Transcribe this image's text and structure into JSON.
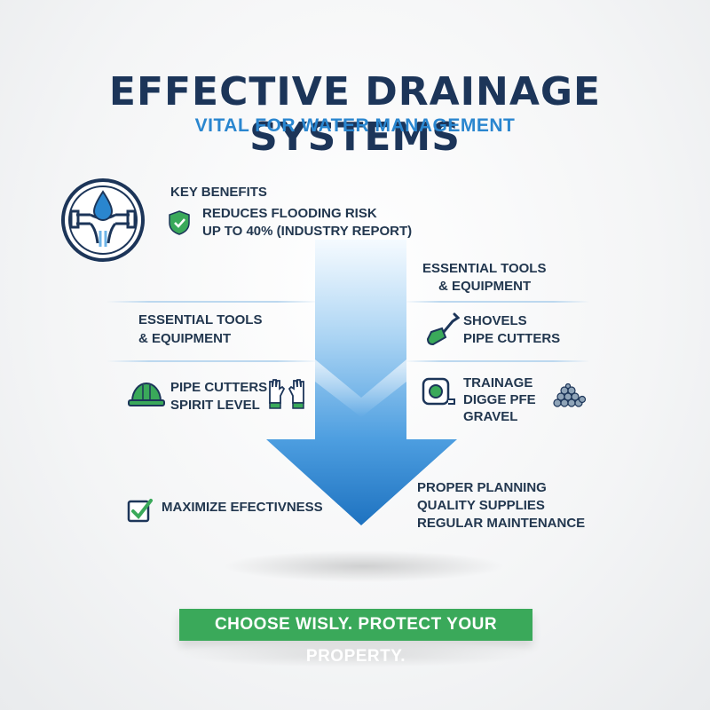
{
  "header": {
    "title": "EFFECTIVE DRAINAGE SYSTEMS",
    "subtitle": "VITAL FOR WATER MANAGEMENT"
  },
  "benefits": {
    "heading": "KEY BENEFITS",
    "line1": "REDUCES FLOODING RISK",
    "line2": "UP TO 40% (INDUSTRY REPORT)"
  },
  "left": {
    "tools_heading_line1": "ESSENTIAL TOOLS",
    "tools_heading_line2": "& EQUIPMENT",
    "tools_line1": "PIPE CUTTERS",
    "tools_line2": "SPIRIT LEVEL",
    "maximize": "MAXIMIZE EFECTIVNESS"
  },
  "right": {
    "tools_heading_line1": "ESSENTIAL TOOLS",
    "tools_heading_line2": "& EQUIPMENT",
    "shovel_line1": "SHOVELS",
    "shovel_line2": "PIPE CUTTERS",
    "trainage_line1": "TRAINAGE",
    "trainage_line2": "DIGGE PFE",
    "trainage_line3": "GRAVEL",
    "planning_line1": "PROPER PLANNING",
    "planning_line2": "QUALITY SUPPLIES",
    "planning_line3": "REGULAR MAINTENANCE"
  },
  "footer": {
    "banner": "CHOOSE WISLY. PROTECT YOUR PROPERTY."
  },
  "colors": {
    "navy": "#1c3559",
    "blue": "#2a86cf",
    "green": "#3aa95a",
    "arrow_light": "#d6ecfb",
    "arrow_dark": "#1e72c0"
  },
  "icons": [
    "pipe-water-drop-icon",
    "shield-check-icon",
    "hard-hat-icon",
    "gloves-icon",
    "shovel-icon",
    "tape-measure-icon",
    "gravel-icon",
    "checkbox-icon"
  ]
}
